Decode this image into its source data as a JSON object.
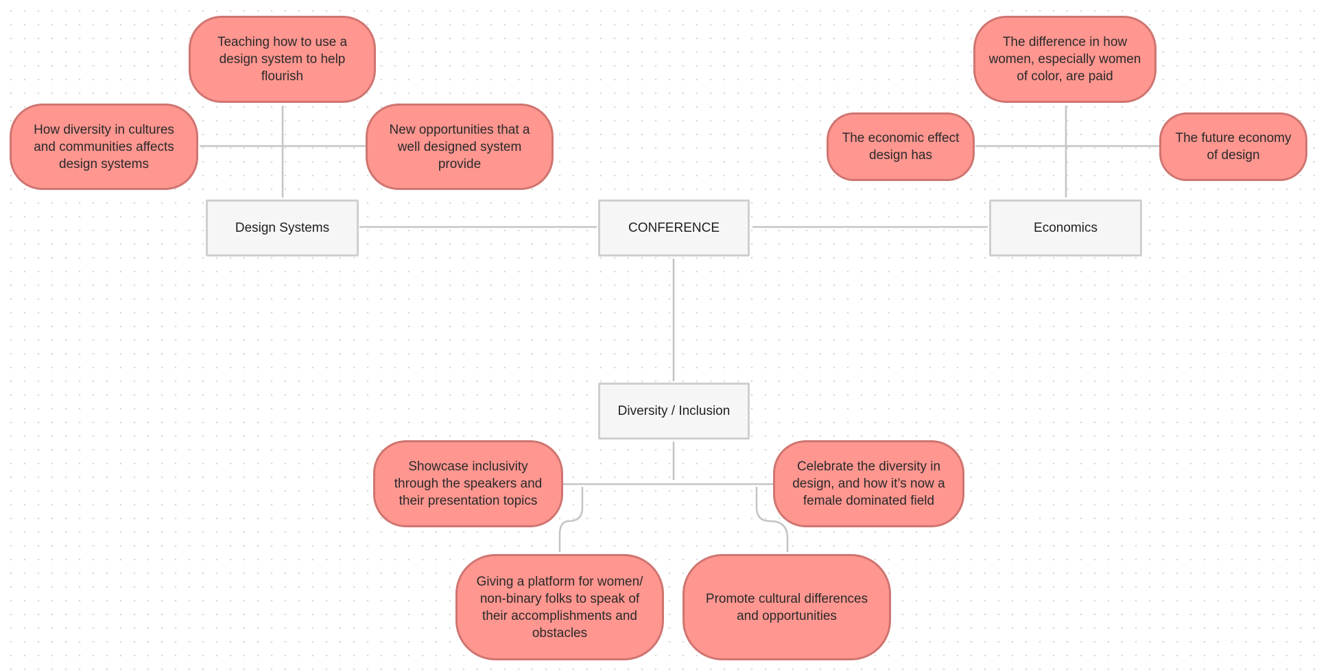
{
  "colors": {
    "sticky_fill": "#ff9690",
    "sticky_border": "#cf7470",
    "topic_fill": "#f6f6f6",
    "topic_border": "#cfcfcf",
    "connector": "#c4c4c4",
    "canvas_dots": "#d9d9d9"
  },
  "topics": {
    "center": "CONFERENCE",
    "design_systems": "Design Systems",
    "economics": "Economics",
    "diversity": "Diversity / Inclusion"
  },
  "ideas": {
    "design_systems": [
      "Teaching how to use a design system to help flourish",
      "How diversity in cultures and communities affects design systems",
      "New opportunities that a well designed system provide"
    ],
    "economics": [
      "The difference in how women, especially women of color, are paid",
      "The economic effect design has",
      "The future economy of design"
    ],
    "diversity": [
      "Showcase inclusivity through the speakers and their presentation topics",
      "Celebrate the diversity in design, and how it’s now a female dominated field",
      "Giving a platform for women/ non-binary folks to speak of their accomplishments and obstacles",
      "Promote cultural differences and opportunities"
    ]
  }
}
